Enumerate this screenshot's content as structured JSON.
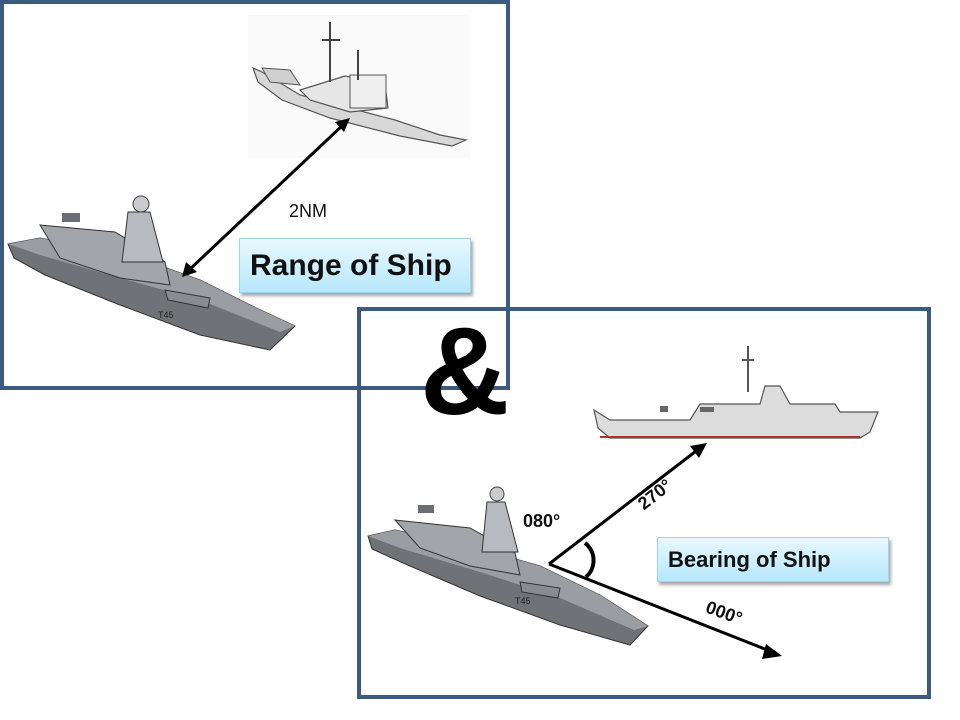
{
  "range_panel": {
    "label": "Range of Ship",
    "distance": "2NM"
  },
  "separator": "&",
  "bearing_panel": {
    "label": "Bearing of Ship",
    "angle": "080°",
    "bearing_upper": "270°",
    "bearing_lower": "000°",
    "hull_number": "T45"
  },
  "colors": {
    "frame": "#3d5a80",
    "label_fill": "#c9eefc",
    "ship_grey": "#8a8d91",
    "waterline": "#b0302a"
  },
  "icons": [
    "destroyer-ship-icon",
    "cruiser-ship-icon",
    "frigate-ship-icon",
    "double-arrow-icon",
    "bearing-arrow-icon",
    "angle-arc-icon"
  ]
}
